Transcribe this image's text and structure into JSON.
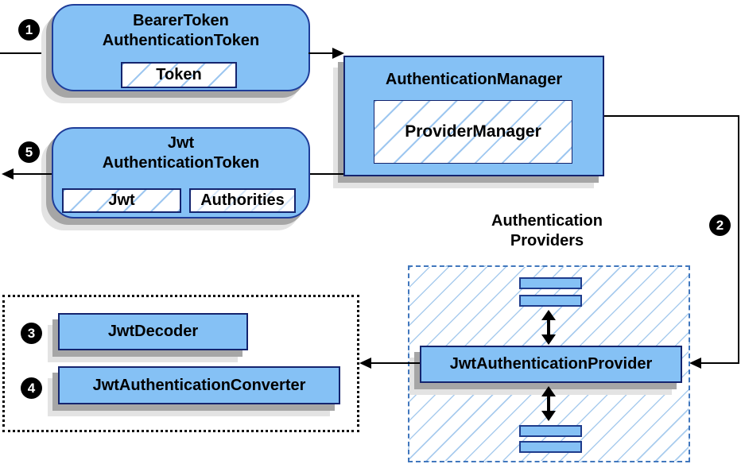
{
  "nodes": {
    "bearer_token": {
      "title": [
        "BearerToken",
        "AuthenticationToken"
      ],
      "chip": "Token"
    },
    "authentication_manager": {
      "title": "AuthenticationManager",
      "chip": "ProviderManager"
    },
    "jwt_token": {
      "title": [
        "Jwt",
        "AuthenticationToken"
      ],
      "chip_jwt": "Jwt",
      "chip_authorities": "Authorities"
    },
    "providers_group": {
      "label": [
        "Authentication",
        "Providers"
      ],
      "provider": "JwtAuthenticationProvider"
    },
    "decoder": "JwtDecoder",
    "converter": "JwtAuthenticationConverter"
  },
  "step_markers": [
    "1",
    "2",
    "3",
    "4",
    "5"
  ],
  "colors": {
    "node_fill": "#85C1F5",
    "node_border": "#14246E",
    "rounded_border": "#1F3D99",
    "hatch_line": "#9EC7F0",
    "providers_hatch": "#A9CCEE",
    "providers_border": "#4177BD",
    "shadow_dark": "#A6A6A6",
    "shadow_light": "#E3E3E3",
    "line": "#000000"
  }
}
